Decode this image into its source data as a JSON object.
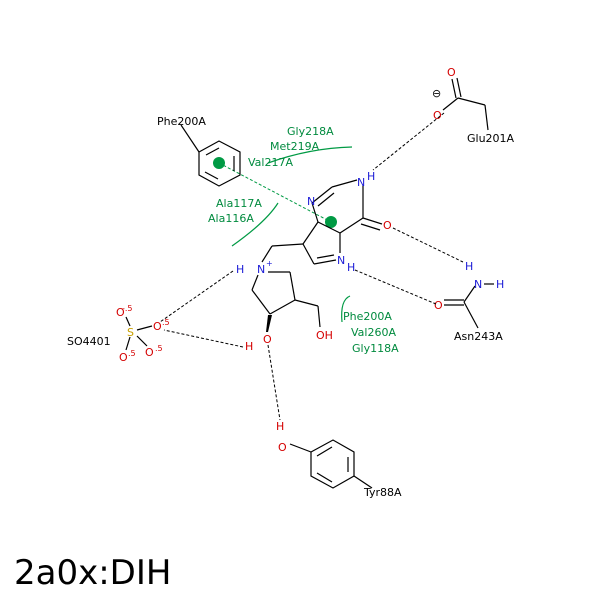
{
  "title": "2a0x:DIH",
  "residues": {
    "phe200a_top": "Phe200A",
    "glu201a": "Glu201A",
    "asn243a": "Asn243A",
    "tyr88a": "Tyr88A",
    "so4401": "SO4401"
  },
  "hydrophobic": {
    "gly218a": "Gly218A",
    "met219a": "Met219A",
    "val217a": "Val217A",
    "ala117a": "Ala117A",
    "ala116a": "Ala116A",
    "phe200a": "Phe200A",
    "val260a": "Val260A",
    "gly118a": "Gly118A"
  },
  "atoms": {
    "n": "N",
    "h": "H",
    "o": "O",
    "s": "S",
    "oh": "OH",
    "n_plus": "+",
    "charge_minus": "⊖",
    "partial": ".5",
    "partial_neg": "-.5"
  },
  "colors": {
    "hydrophobic": "#008a3e",
    "nitrogen": "#1b1bd6",
    "oxygen": "#d40000",
    "sulfur": "#c8a000",
    "pi_center": "#009a44"
  }
}
